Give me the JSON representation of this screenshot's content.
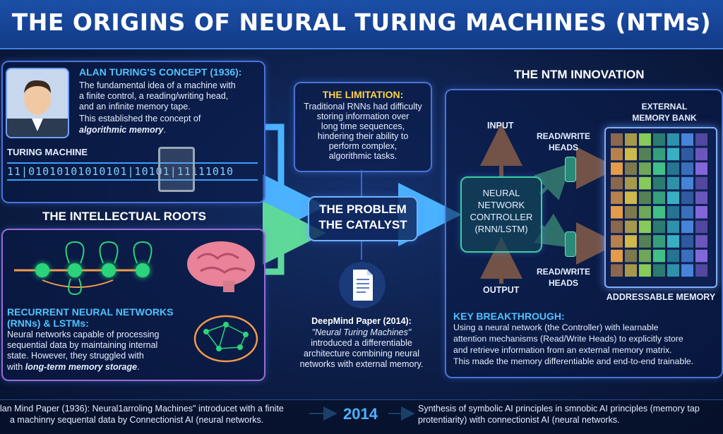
{
  "title": "THE ORIGINS OF NEURAL TURING MACHINES (NTMs)",
  "turing": {
    "heading": "ALAN TURING'S CONCEPT (1936):",
    "line1": "The fundamental idea of a machine with",
    "line2": "a finite control, a reading/writing head,",
    "line3": "and an infinite memory tape.",
    "line4": "This established the concept of",
    "line5": "algorithmic memory",
    "line5_end": ".",
    "machine_label": "TURING MACHINE",
    "tape": "11|01010101010101|10101|11111010"
  },
  "roots": {
    "heading": "THE INTELLECTUAL ROOTS",
    "rnn_heading1": "RECURRENT NEURAL NETWORKS",
    "rnn_heading2": "(RNNs) & LSTMs:",
    "line1": "Neural networks capable of processing",
    "line2": "sequential data by maintaining internal",
    "line3": "state. However, they struggled with",
    "line4_prefix": "with",
    "line4_italic": "long-term memory storage",
    "line4_end": "."
  },
  "limitation": {
    "heading": "THE LIMITATION:",
    "lines": [
      "Traditional RNNs had difficulty",
      "storing information over",
      "long time sequences,",
      "hindering their ability to",
      "perform complex,",
      "algorithmic tasks."
    ]
  },
  "problem": {
    "line1": "THE PROBLEM",
    "line2": "THE CATALYST"
  },
  "deepmind": {
    "heading": "DeepMind Paper (2014):",
    "italic": "\"Neural Turing Machines\"",
    "lines": [
      "introduced a differentiable",
      "architecture combining neural",
      "networks with external memory."
    ]
  },
  "ntm": {
    "heading": "THE NTM INNOVATION",
    "input": "INPUT",
    "output": "OUTPUT",
    "controller": [
      "NEURAL",
      "NETWORK",
      "CONTROLLER",
      "(RNN/LSTM)"
    ],
    "rw_top": [
      "READ/WRITE",
      "HEADS"
    ],
    "rw_bottom": [
      "READ/WRITE",
      "HEADS"
    ],
    "memory_label": [
      "EXTERNAL",
      "MEMORY BANK"
    ],
    "addressable": "ADDRESSABLE MEMORY",
    "breakthrough_heading": "KEY BREAKTHROUGH:",
    "breakthrough_lines": [
      "Using a neural network (the Controller) with learnable",
      "attention mechanisms (Read/Write Heads) to explicitly store",
      "and retrieve information from an external memory matrix.",
      "This made the memory differentiable and end-to-end trainable."
    ]
  },
  "footer": {
    "left1": "lan Mind Paper (1936): Neural1arroling Machines\" introducet with a finite",
    "left2": "a machinny sequental data by Connectionist AI (neural networks.",
    "year": "2014",
    "right1": "Synthesis of symbolic AI principles in smnobic AI principles (memory tap",
    "right2": "protentiarity) with connectionist AI (neural networks."
  },
  "colors": {
    "accent": "#4ab2ff",
    "heading": "#4fc3ff",
    "arrow_orange": "#f39a4a",
    "arrow_green": "#5fd99a",
    "panel_border": "#4a72d8"
  }
}
